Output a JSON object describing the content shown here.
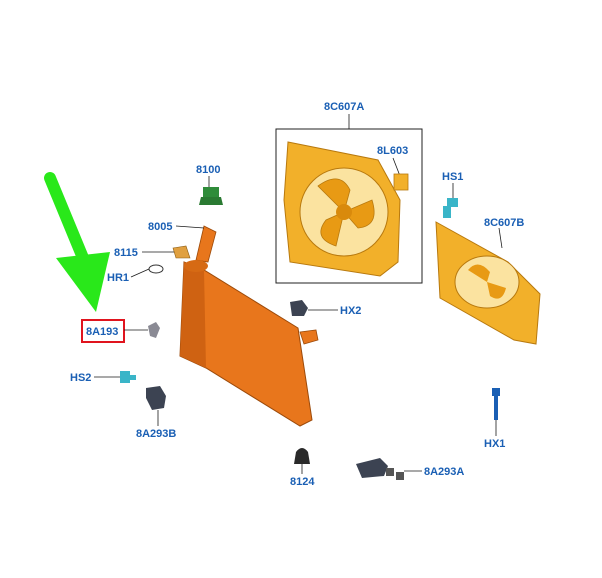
{
  "labels": {
    "fan_shroud": "8C607A",
    "fan_resistor": "8L603",
    "cap": "8100",
    "hose_connector": "8005",
    "sensor": "8115",
    "o_ring": "HR1",
    "bracket_highlight": "8A193",
    "screw_left": "HS2",
    "mount_bottom": "8A293B",
    "clip_right": "HX2",
    "hs1": "HS1",
    "fan_shroud_alt": "8C607B",
    "bolt": "HX1",
    "grommet": "8124",
    "mount_right": "8A293A"
  },
  "colors": {
    "label": "#1a5fb4",
    "radiator": "#e8761c",
    "fan": "#f2b02a",
    "highlight_box": "#e0141e",
    "arrow": "#29e81a"
  }
}
